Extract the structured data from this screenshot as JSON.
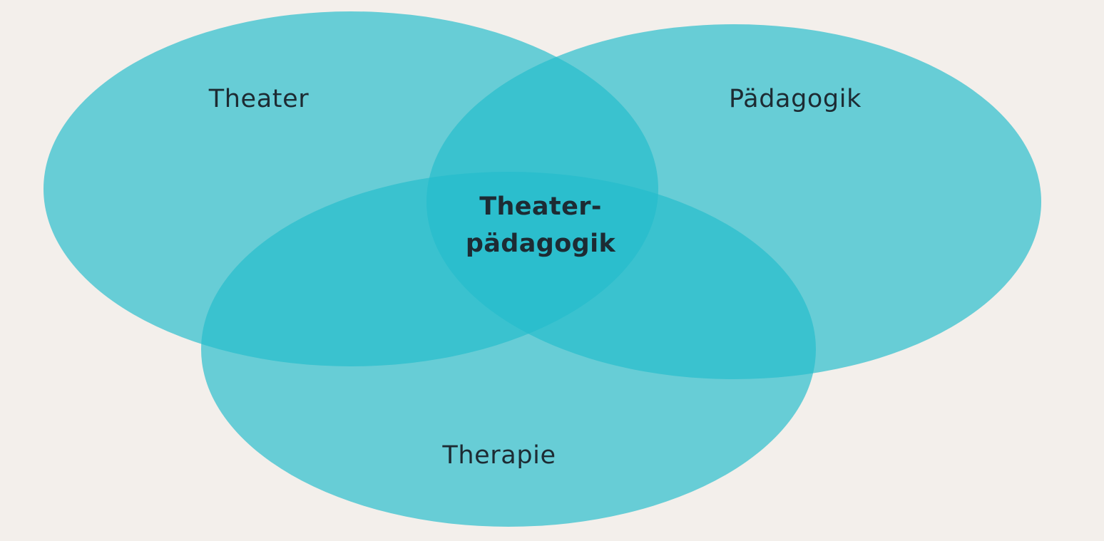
{
  "diagram": {
    "background_color": "#f3efeb",
    "circle_color": "#25bccb",
    "text_color": "#1d2b33",
    "sets": [
      {
        "id": "theater",
        "label": "Theater"
      },
      {
        "id": "paedagogik",
        "label": "Pädagogik"
      },
      {
        "id": "therapie",
        "label": "Therapie"
      }
    ],
    "intersection": {
      "line1": "Theater-",
      "line2": "pädagogik"
    }
  }
}
